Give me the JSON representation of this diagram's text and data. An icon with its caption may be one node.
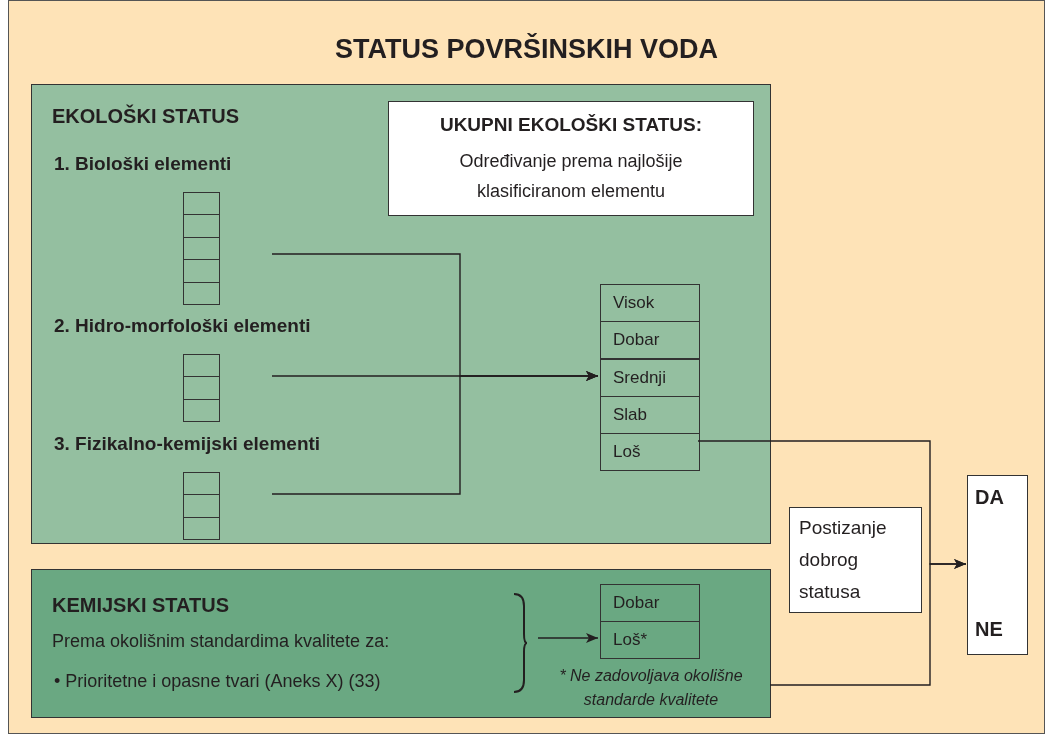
{
  "diagram": {
    "title": "STATUS POVRŠINSKIH VODA",
    "nodes": [
      {
        "text": [],
        "shape": "box"
      },
      {
        "text": [
          "EKOLOŠKI STATUS"
        ],
        "in": 0
      },
      {
        "text": [
          "UKUPNI EKOLOŠKI STATUS:",
          "Određivanje prema najlošije klasificiranom elementu"
        ],
        "in": 1
      },
      {
        "text": [
          "1. Biološki elementi"
        ],
        "in": 1
      },
      {
        "text": [
          "2. Hidro-morfološki elementi"
        ],
        "in": 1
      },
      {
        "text": [
          "3. Fizikalno-kemijski elementi"
        ],
        "in": 1
      },
      {
        "text": [
          "Visok"
        ],
        "in": 1
      },
      {
        "text": [
          "Dobar"
        ],
        "in": 1
      },
      {
        "text": [
          "Srednji"
        ],
        "in": 1
      },
      {
        "text": [
          "Slab"
        ],
        "in": 1
      },
      {
        "text": [
          "Loš"
        ],
        "in": 1
      },
      {
        "text": [
          "KEMIJSKI STATUS",
          "Prema okolišnim standardima kvalitete za:",
          "• Prioritetne i opasne tvari (Aneks X) (33)"
        ],
        "in": 0
      },
      {
        "text": [
          "Dobar"
        ],
        "in": 11
      },
      {
        "text": [
          "Loš*"
        ],
        "in": 11,
        "beside": [
          "* Ne zadovoljava okolišne standarde kvalitete"
        ]
      },
      {
        "text": [
          "Postizanje dobrog statusa"
        ],
        "in": 0
      },
      {
        "text": [
          "DA",
          "NE"
        ],
        "in": 0
      }
    ],
    "edges": [
      {
        "from": 3,
        "to": 8,
        "arrow": "to"
      },
      {
        "from": 4,
        "to": 8,
        "arrow": "to"
      },
      {
        "from": 5,
        "to": 8,
        "arrow": "to"
      },
      {
        "from": 10,
        "to": 15,
        "arrow": "to"
      },
      {
        "from": 11,
        "to": 15,
        "arrow": "to"
      },
      {
        "from": null,
        "to": 13,
        "arrow": "to"
      }
    ]
  }
}
